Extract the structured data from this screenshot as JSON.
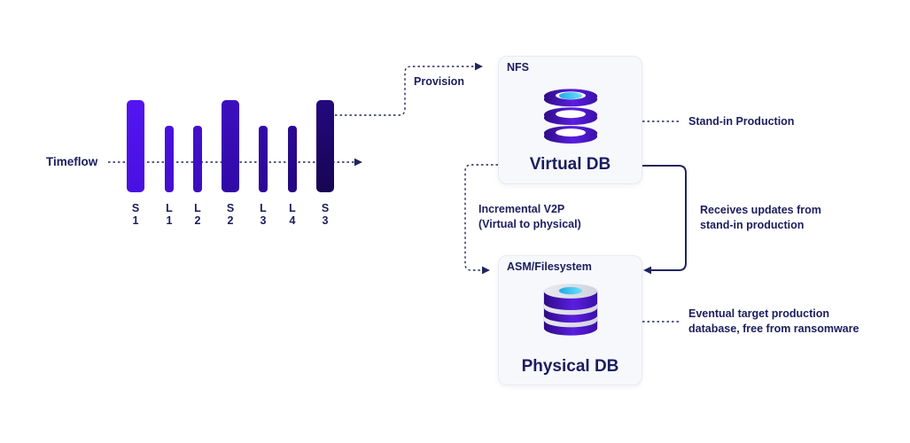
{
  "timeflow": {
    "label": "Timeflow"
  },
  "bars": [
    {
      "letter": "S",
      "num": "1",
      "size": "tall",
      "top": "#5315F2",
      "bottom": "#4A10E0"
    },
    {
      "letter": "L",
      "num": "1",
      "size": "short",
      "top": "#4912DF",
      "bottom": "#430FD0"
    },
    {
      "letter": "L",
      "num": "2",
      "size": "short",
      "top": "#4210CD",
      "bottom": "#3C0EBF"
    },
    {
      "letter": "S",
      "num": "2",
      "size": "tall",
      "top": "#3C0FBE",
      "bottom": "#3109A6"
    },
    {
      "letter": "L",
      "num": "3",
      "size": "short",
      "top": "#320CA6",
      "bottom": "#2C0A96"
    },
    {
      "letter": "L",
      "num": "4",
      "size": "short",
      "top": "#2B0A93",
      "bottom": "#250881"
    },
    {
      "letter": "S",
      "num": "3",
      "size": "tall",
      "top": "#23097E",
      "bottom": "#170553"
    }
  ],
  "labels": {
    "provision": "Provision",
    "stand_in": "Stand-in Production",
    "receives": "Receives updates from\nstand-in production",
    "incremental": "Incremental V2P\n(Virtual to physical)",
    "eventual": "Eventual target production\ndatabase, free from ransomware"
  },
  "virtual_db": {
    "tag": "NFS",
    "title": "Virtual DB"
  },
  "physical_db": {
    "tag": "ASM/Filesystem",
    "title": "Physical DB"
  },
  "colors": {
    "text_navy": "#1B1D5E",
    "arrow_navy": "#23255F",
    "box_bg": "#F7F8FB",
    "box_border": "#EAEBF2",
    "icon_purple_dark": "#2E0C86",
    "icon_purple_bright": "#5A1EE0",
    "icon_purple_mid": "#3A10A8",
    "icon_gray_light": "#E9EAEF",
    "icon_gray_dark": "#D2D3DD",
    "icon_cyan_start": "#1FA9E8",
    "icon_cyan_end": "#6FE0FB"
  }
}
